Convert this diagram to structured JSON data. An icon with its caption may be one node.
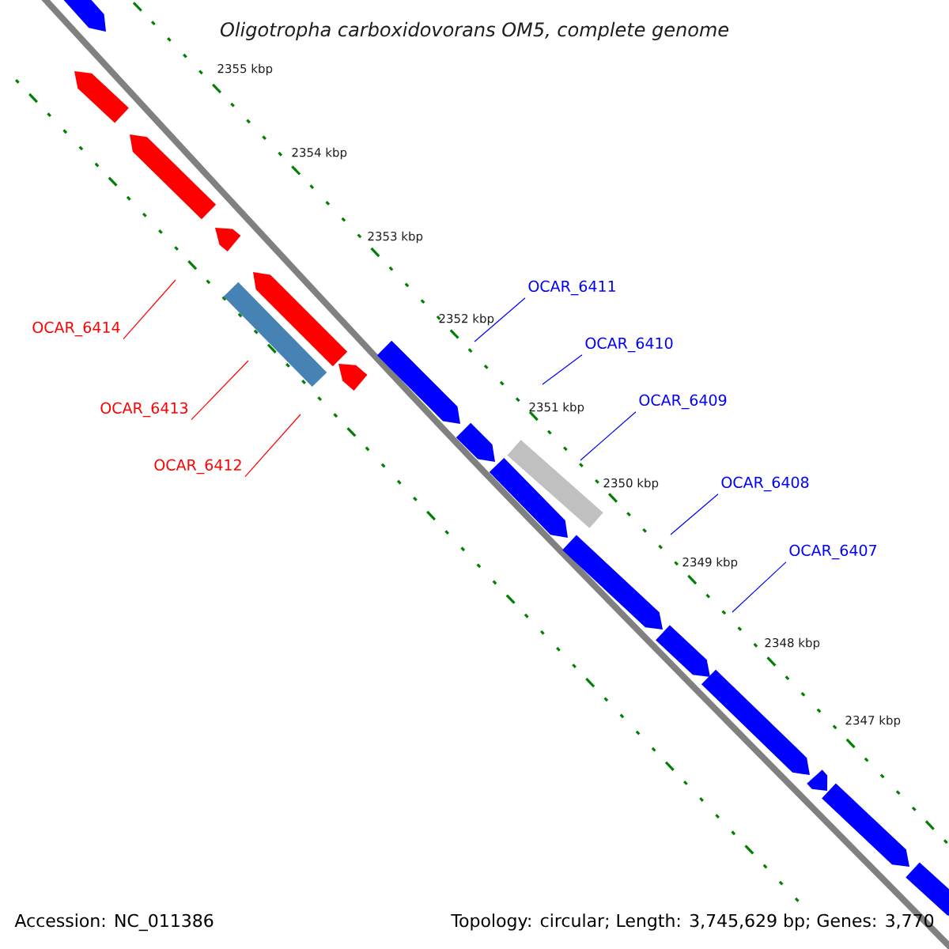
{
  "diagram": {
    "title": "Oligotropha carboxidovorans OM5, complete genome",
    "nodes": [
      {
        "text": [
          "OCAR_6414"
        ]
      },
      {
        "text": [
          "OCAR_6413"
        ]
      },
      {
        "text": [
          "OCAR_6412"
        ]
      },
      {
        "text": [
          "OCAR_6411"
        ]
      },
      {
        "text": [
          "OCAR_6410"
        ]
      },
      {
        "text": [
          "OCAR_6409"
        ]
      },
      {
        "text": [
          "OCAR_6408"
        ]
      },
      {
        "text": [
          "OCAR_6407"
        ]
      }
    ],
    "edges": [
      {
        "from": 0,
        "to": null,
        "arrow": "none",
        "color": "#ff0000"
      },
      {
        "from": 1,
        "to": null,
        "arrow": "none",
        "color": "#ff0000"
      },
      {
        "from": 2,
        "to": null,
        "arrow": "none",
        "color": "#ff0000"
      },
      {
        "from": 3,
        "to": null,
        "arrow": "none"
      },
      {
        "from": 4,
        "to": null,
        "arrow": "none"
      },
      {
        "from": 5,
        "to": null,
        "arrow": "none"
      },
      {
        "from": 6,
        "to": null,
        "arrow": "none"
      },
      {
        "from": 7,
        "to": null,
        "arrow": "none"
      }
    ],
    "labels": [
      "2355 kbp",
      "2354 kbp",
      "2353 kbp",
      "2352 kbp",
      "2351 kbp",
      "2350 kbp",
      "2349 kbp",
      "2348 kbp",
      "2347 kbp",
      "Accession: NC_011386",
      "Topology: circular; Length: 3,745,629 bp; Genes: 3,770"
    ]
  }
}
